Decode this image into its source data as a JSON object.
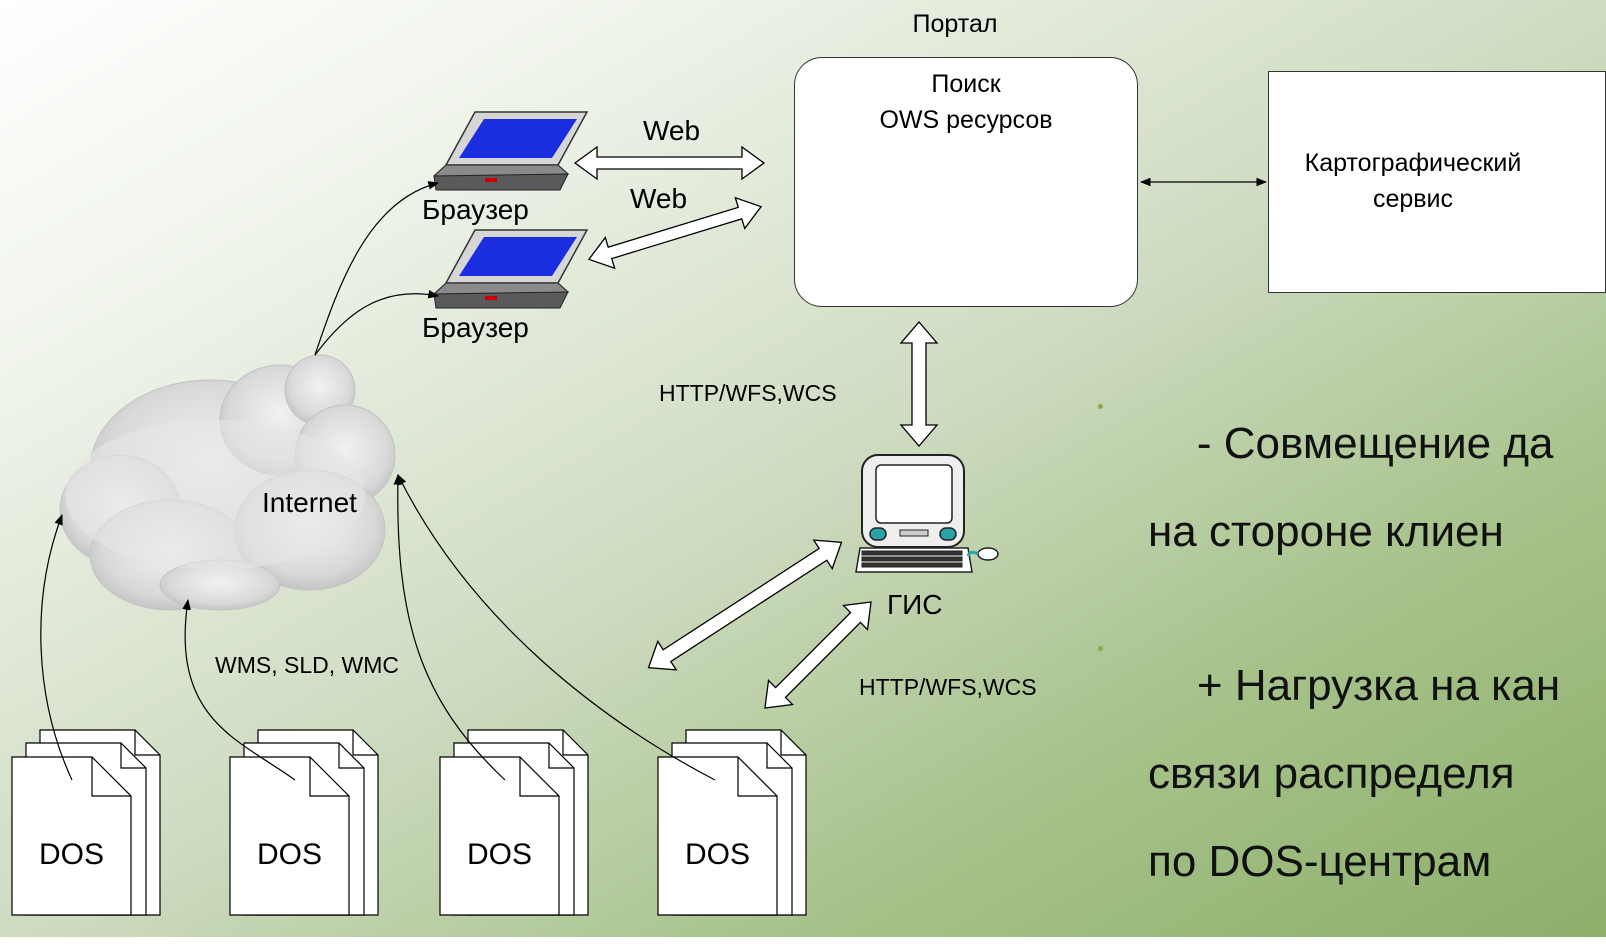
{
  "portal": {
    "title": "Портал",
    "search_line1": "Поиск",
    "search_line2": "OWS ресурсов"
  },
  "map_service": {
    "line1": "Картографический",
    "line2": "сервис"
  },
  "browsers": [
    "Браузер",
    "Браузер"
  ],
  "web_labels": [
    "Web",
    "Web"
  ],
  "protocols": {
    "portal_gis": "HTTP/WFS,WCS",
    "gis_dos": "HTTP/WFS,WCS",
    "cloud_dos": "WMS, SLD, WMC"
  },
  "internet_label": "Internet",
  "gis_label": "ГИС",
  "dos_labels": [
    "DOS",
    "DOS",
    "DOS",
    "DOS"
  ],
  "bullets": [
    {
      "line1": "- Совмещение да",
      "line2": "на стороне клиен"
    },
    {
      "line1": "+ Нагрузка на кан",
      "line2": "связи распределя",
      "line3": "по DOS-центрам"
    }
  ],
  "colors": {
    "bullet_dot": "#8aa84a",
    "laptop_screen": "#1a2ee0",
    "gis_accent": "#2aa3a8"
  }
}
